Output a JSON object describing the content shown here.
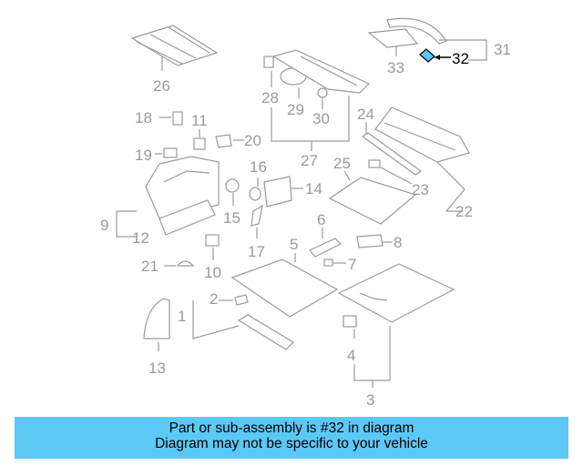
{
  "diagram": {
    "callouts": {
      "c1": "1",
      "c2": "2",
      "c3": "3",
      "c4": "4",
      "c5": "5",
      "c6": "6",
      "c7": "7",
      "c8": "8",
      "c9": "9",
      "c10": "10",
      "c11": "11",
      "c12": "12",
      "c13": "13",
      "c14": "14",
      "c15": "15",
      "c16": "16",
      "c17": "17",
      "c18": "18",
      "c19": "19",
      "c20": "20",
      "c21": "21",
      "c22": "22",
      "c23": "23",
      "c24": "24",
      "c25": "25",
      "c26": "26",
      "c27": "27",
      "c28": "28",
      "c29": "29",
      "c30": "30",
      "c31": "31",
      "c32": "32",
      "c33": "33"
    },
    "highlight_color": "#5bc8f5",
    "line_color": "#9a9a9a"
  },
  "caption": {
    "line1": "Part or sub-assembly is #32 in diagram",
    "line2": "Diagram may not be specific to your vehicle",
    "background": "#5bc8f5"
  }
}
